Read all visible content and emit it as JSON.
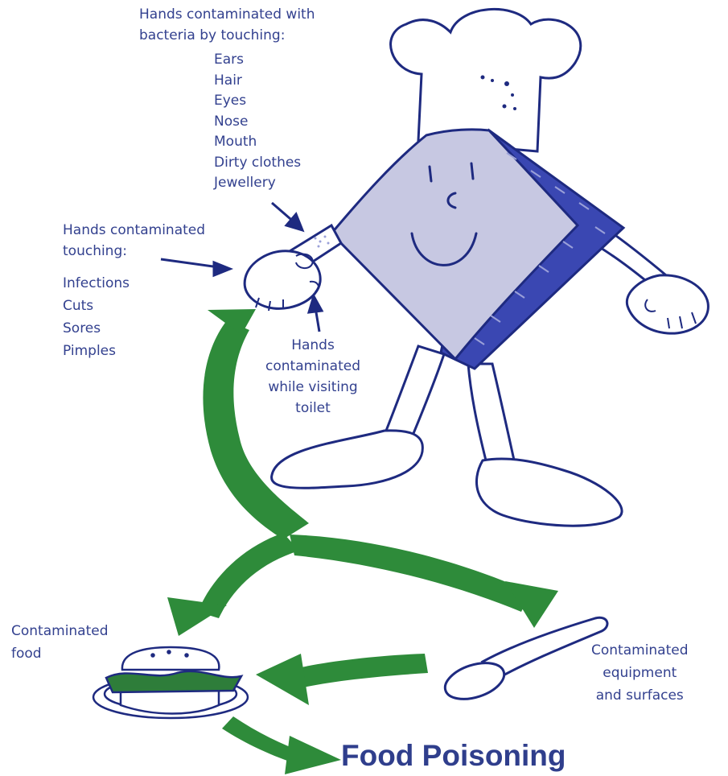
{
  "colors": {
    "line": "#1e2a80",
    "text": "#33418f",
    "arrow_green": "#2e8b3a",
    "body_fill": "#c7c8e2",
    "stripe_fill": "#3a47b2"
  },
  "labels": {
    "top_heading": [
      "Hands contaminated with",
      "bacteria by touching:"
    ],
    "body_items": [
      "Ears",
      "Hair",
      "Eyes",
      "Nose",
      "Mouth",
      "Dirty clothes",
      "Jewellery"
    ],
    "touch_heading": [
      "Hands contaminated",
      "touching:"
    ],
    "touch_items": [
      "Infections",
      "Cuts",
      "Sores",
      "Pimples"
    ],
    "toilet": [
      "Hands",
      "contaminated",
      "while visiting",
      "toilet"
    ],
    "food": [
      "Contaminated",
      "food"
    ],
    "equipment": [
      "Contaminated",
      "equipment",
      "and surfaces"
    ],
    "result": "Food Poisoning"
  }
}
